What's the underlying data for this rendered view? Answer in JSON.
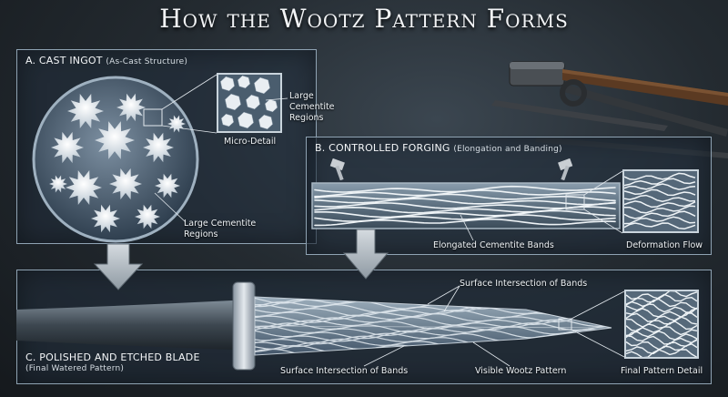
{
  "title": "How the Wootz Pattern Forms",
  "panel_a": {
    "heading": "A. CAST INGOT",
    "subheading": "(As-Cast Structure)",
    "micro_label": "Micro-Detail",
    "callout_thumb": "Large Cementite Regions",
    "callout_ingot": "Large Cementite Regions"
  },
  "panel_b": {
    "heading": "B. CONTROLLED FORGING",
    "subheading": "(Elongation and Banding)",
    "bands_label": "Elongated Cementite Bands",
    "flow_label": "Deformation Flow"
  },
  "panel_c": {
    "heading": "C. POLISHED AND ETCHED BLADE",
    "subheading": "(Final Watered Pattern)",
    "surface_top_label": "Surface Intersection of Bands",
    "surface_bottom_label": "Surface Intersection of Bands",
    "visible_label": "Visible Wootz Pattern",
    "detail_label": "Final Pattern Detail"
  }
}
